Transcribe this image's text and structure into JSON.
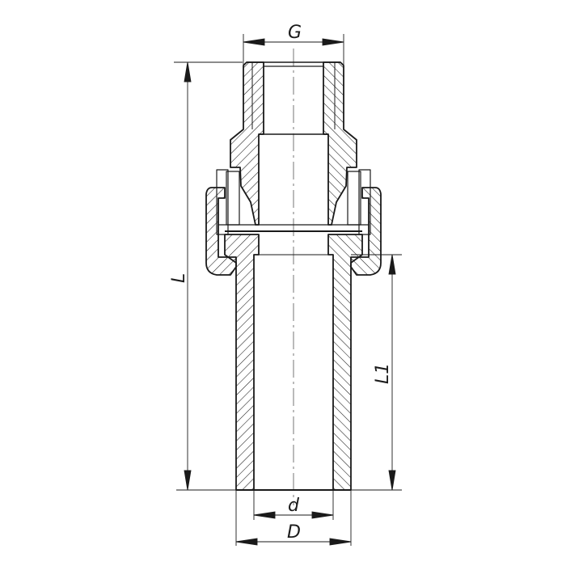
{
  "drawing": {
    "type": "cross-section technical drawing",
    "line_color": "#1a1a1a",
    "dimensions": {
      "thread": "G",
      "overall_length": "L",
      "insertion_length": "L1",
      "inner_diameter": "d",
      "outer_diameter": "D"
    }
  }
}
